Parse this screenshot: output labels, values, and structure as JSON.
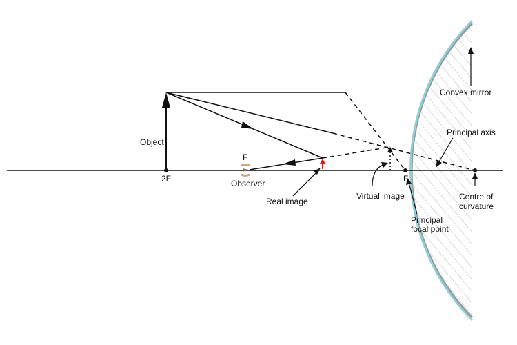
{
  "labels": {
    "object": "Object",
    "two_f": "2F",
    "f_left": "F",
    "observer": "Observer",
    "real_image": "Real image",
    "virtual_image": "Virtual image",
    "f_right": "F",
    "principal_focal_point_line1": "Principal",
    "principal_focal_point_line2": "focal point",
    "principal_axis": "Principal axis",
    "centre_line1": "Centre of",
    "centre_line2": "curvature",
    "convex_mirror": "Convex mirror"
  },
  "colors": {
    "ray": "#111111",
    "mirror_surface": "#8ecfd8",
    "mirror_back": "#9a9a9a",
    "hatch": "#b8b8b8",
    "real_image_arrow": "#d42020",
    "observer_eye": "#c8a882"
  }
}
